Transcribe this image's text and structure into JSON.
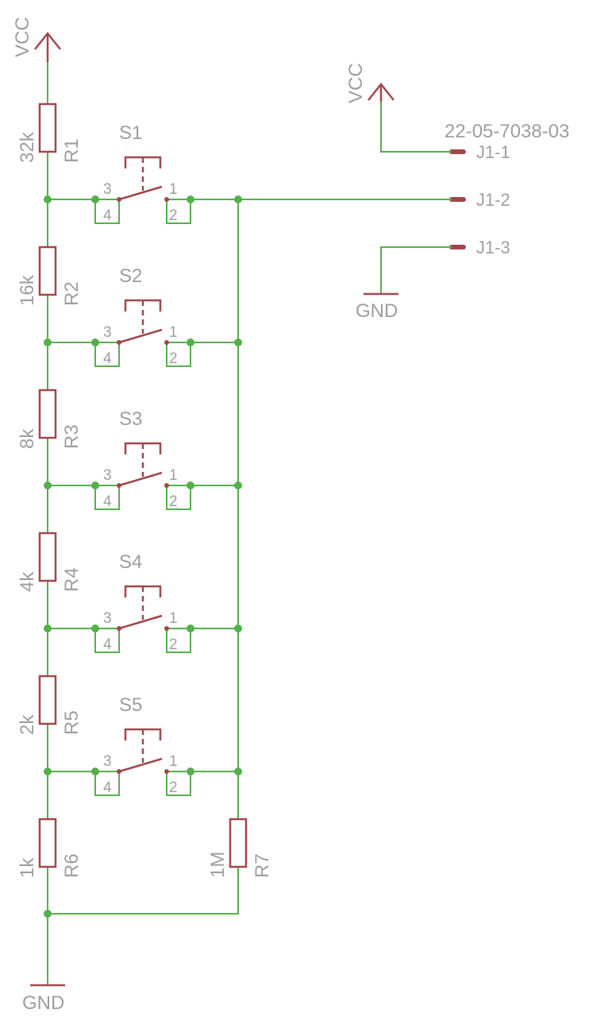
{
  "colors": {
    "wire": "#55b04c",
    "symbol": "#a0474b",
    "text": "#9e9e9e"
  },
  "power": {
    "vcc_left": "VCC",
    "vcc_right": "VCC",
    "gnd_bottom": "GND",
    "gnd_connector": "GND"
  },
  "resistors": [
    {
      "name": "R1",
      "value": "32k"
    },
    {
      "name": "R2",
      "value": "16k"
    },
    {
      "name": "R3",
      "value": "8k"
    },
    {
      "name": "R4",
      "value": "4k"
    },
    {
      "name": "R5",
      "value": "2k"
    },
    {
      "name": "R6",
      "value": "1k"
    },
    {
      "name": "R7",
      "value": "1M"
    }
  ],
  "switches": [
    {
      "name": "S1",
      "pins": [
        "3",
        "1",
        "4",
        "2"
      ]
    },
    {
      "name": "S2",
      "pins": [
        "3",
        "1",
        "4",
        "2"
      ]
    },
    {
      "name": "S3",
      "pins": [
        "3",
        "1",
        "4",
        "2"
      ]
    },
    {
      "name": "S4",
      "pins": [
        "3",
        "1",
        "4",
        "2"
      ]
    },
    {
      "name": "S5",
      "pins": [
        "3",
        "1",
        "4",
        "2"
      ]
    }
  ],
  "connector": {
    "part": "22-05-7038-03",
    "pins": [
      "J1-1",
      "J1-2",
      "J1-3"
    ]
  }
}
